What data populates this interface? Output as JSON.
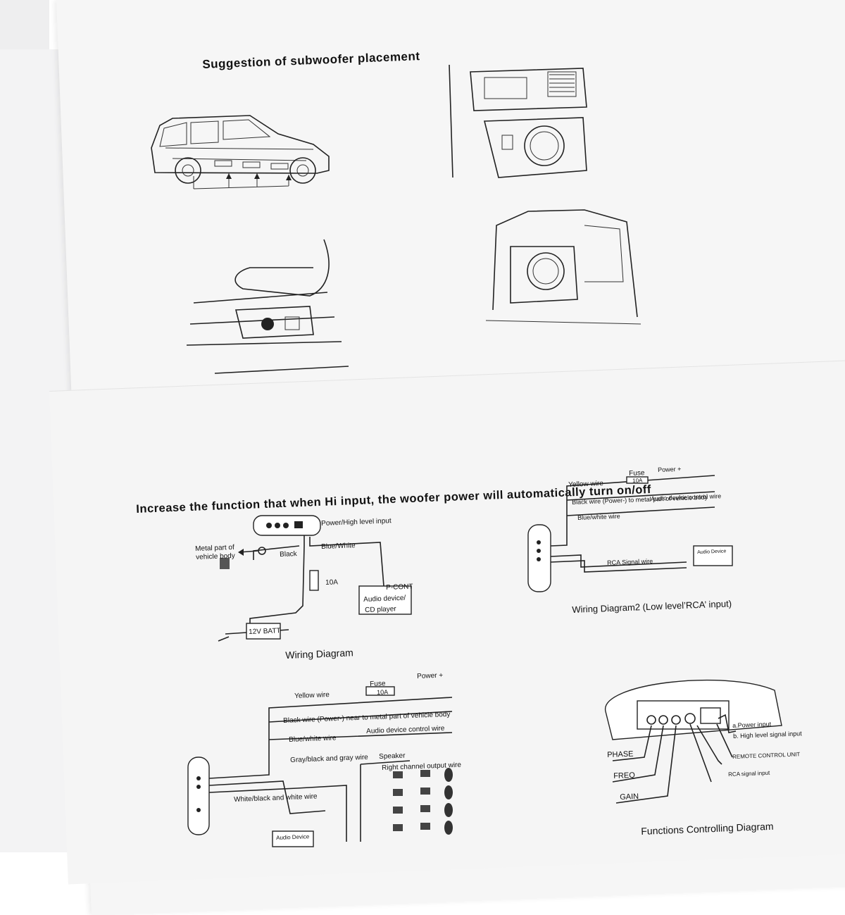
{
  "placement": {
    "title": "Suggestion of subwoofer placement"
  },
  "notice": {
    "text": "Increase the function that when Hi input, the woofer power will automatically turn on/off"
  },
  "section_title": "Increase the function that when Hi input, the woofer power will automatically turn on/off",
  "wiring1": {
    "caption": "Wiring Diagram",
    "power_high": "Power/High level input",
    "metal_part_line1": "Metal part of",
    "metal_part_line2": "vehicle body",
    "black": "Black",
    "blue_white": "Blue/White",
    "fuse": "10A",
    "p_cont": "P-CONT",
    "audio_line1": "Audio device/",
    "audio_line2": "CD player",
    "batt": "12V BATT"
  },
  "wiring2": {
    "caption": "Wiring Diagram2 (Low level’RCA’ input)",
    "yellow": "Yellow wire",
    "fuse_label": "Fuse",
    "fuse_value": "10A",
    "power_plus": "Power +",
    "black": "Black wire  (Power-)  to metal part of vehicle body",
    "blue_white": "Blue/white wire",
    "audio_ctrl": "Audio device control wire",
    "rca": "RCA Signal wire",
    "audio_device": "Audio Device"
  },
  "wiring3": {
    "yellow": "Yellow wire",
    "fuse_label": "Fuse",
    "fuse_value": "10A",
    "power_plus": "Power +",
    "black": "Black wire  (Power-)  near to metal part of vehicle body",
    "blue_white": "Blue/white wire",
    "audio_ctrl": "Audio device control wire",
    "gray": "Gray/black and gray wire",
    "speaker": "Speaker",
    "right_channel": "Right channel output wire",
    "white_black": "White/black and white wire",
    "audio_device": "Audio Device"
  },
  "functions": {
    "caption": "Functions Controlling Diagram",
    "phase": "PHASE",
    "freq": "FREQ",
    "gain": "GAIN",
    "a_power": "a.Power input",
    "b_high": "b. High level signal input",
    "remote": "REMOTE CONTROL UNIT",
    "rca": "RCA signal input"
  }
}
